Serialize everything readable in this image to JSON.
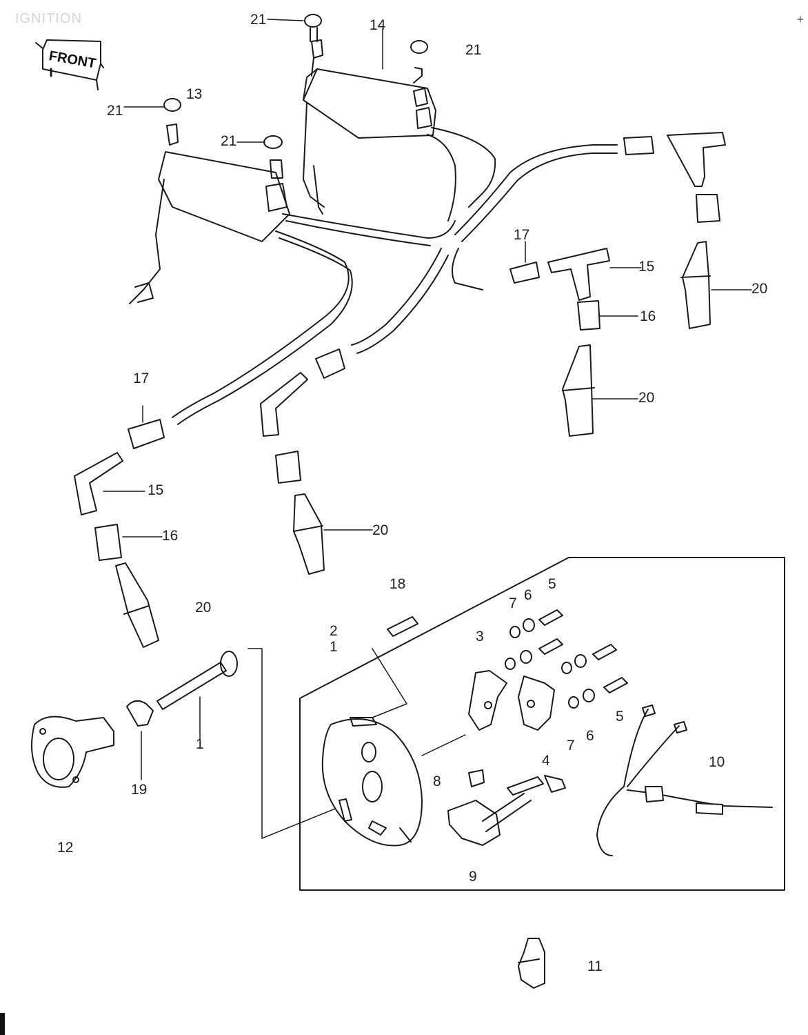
{
  "header": {
    "section_title": "IGNITION",
    "corner_mark": "+"
  },
  "front_label": "FRONT",
  "labels": [
    {
      "id": "a",
      "text": "21"
    },
    {
      "id": "b",
      "text": "14"
    },
    {
      "id": "c",
      "text": "21"
    },
    {
      "id": "d",
      "text": "13"
    },
    {
      "id": "e",
      "text": "21"
    },
    {
      "id": "f",
      "text": "21"
    },
    {
      "id": "g",
      "text": "17"
    },
    {
      "id": "h",
      "text": "15"
    },
    {
      "id": "i",
      "text": "16"
    },
    {
      "id": "j",
      "text": "20"
    },
    {
      "id": "k",
      "text": "20"
    },
    {
      "id": "l",
      "text": "17"
    },
    {
      "id": "m",
      "text": "15"
    },
    {
      "id": "n",
      "text": "16"
    },
    {
      "id": "o",
      "text": "20"
    },
    {
      "id": "p",
      "text": "20"
    },
    {
      "id": "q",
      "text": "18"
    },
    {
      "id": "r",
      "text": "7"
    },
    {
      "id": "s",
      "text": "6"
    },
    {
      "id": "t",
      "text": "5"
    },
    {
      "id": "u",
      "text": "2"
    },
    {
      "id": "v",
      "text": "1"
    },
    {
      "id": "w",
      "text": "3"
    },
    {
      "id": "x",
      "text": "1"
    },
    {
      "id": "y",
      "text": "19"
    },
    {
      "id": "z",
      "text": "12"
    },
    {
      "id": "aa",
      "text": "5"
    },
    {
      "id": "ab",
      "text": "7"
    },
    {
      "id": "ac",
      "text": "6"
    },
    {
      "id": "ad",
      "text": "4"
    },
    {
      "id": "ae",
      "text": "10"
    },
    {
      "id": "af",
      "text": "8"
    },
    {
      "id": "ag",
      "text": "9"
    },
    {
      "id": "ah",
      "text": "11"
    }
  ]
}
